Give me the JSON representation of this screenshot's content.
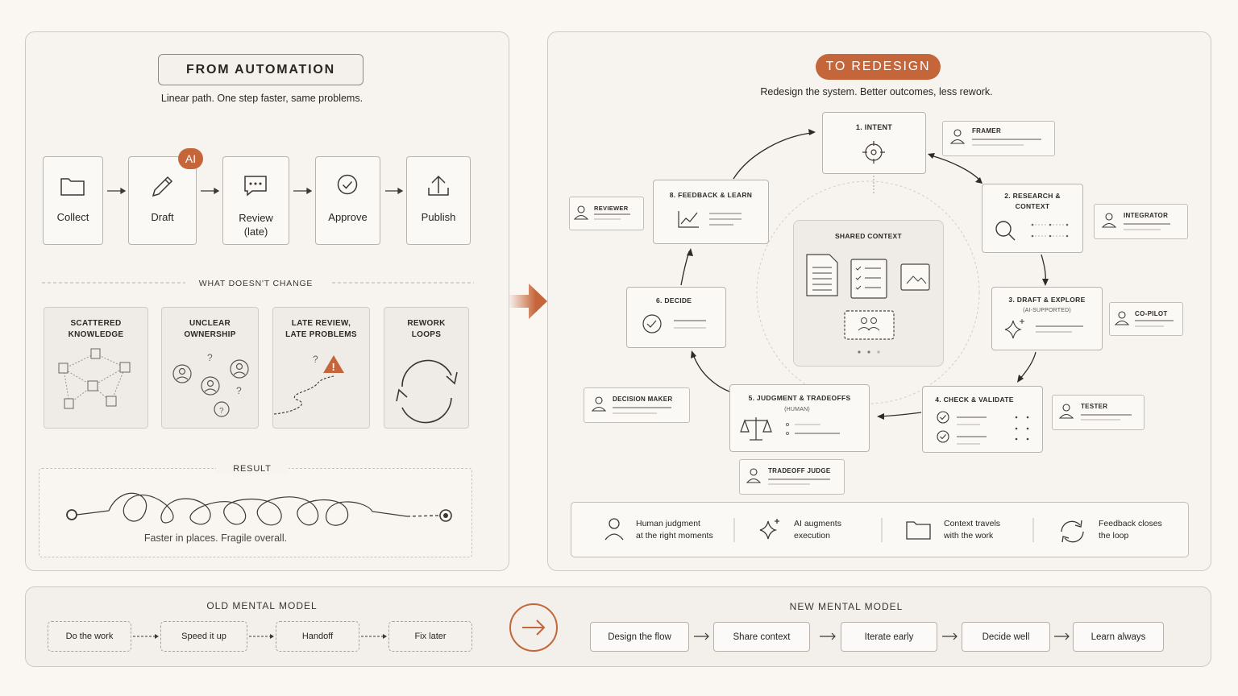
{
  "left": {
    "title": "FROM AUTOMATION",
    "subtitle": "Linear path. One step faster, same problems.",
    "steps": [
      "Collect",
      "Draft",
      "Review\n(late)",
      "Approve",
      "Publish"
    ],
    "ai_badge": "AI",
    "unchanged_label": "WHAT DOESN'T CHANGE",
    "problems": [
      "SCATTERED\nKNOWLEDGE",
      "UNCLEAR\nOWNERSHIP",
      "LATE REVIEW,\nLATE PROBLEMS",
      "REWORK\nLOOPS"
    ],
    "result_label": "RESULT",
    "result_caption": "Faster in places. Fragile overall."
  },
  "right": {
    "title": "TO REDESIGN",
    "subtitle": "Redesign the system. Better outcomes, less rework.",
    "steps": {
      "intent": "1.  INTENT",
      "research": "2.  RESEARCH &\nCONTEXT",
      "draft": "3.  DRAFT & EXPLORE",
      "draft_sub": "(AI-SUPPORTED)",
      "check": "4.  CHECK & VALIDATE",
      "judgment": "5.  JUDGMENT & TRADEOFFS",
      "judgment_sub": "(HUMAN)",
      "decide": "6.  DECIDE",
      "feedback": "8.  FEEDBACK & LEARN"
    },
    "shared_context": "SHARED CONTEXT",
    "roles": {
      "framer": "FRAMER",
      "integrator": "INTEGRATOR",
      "copilot": "CO-PILOT",
      "tester": "TESTER",
      "tradeoff_judge": "TRADEOFF JUDGE",
      "decision_maker": "DECISION MAKER",
      "reviewer": "REVIEWER"
    },
    "principles": [
      {
        "icon": "person-icon",
        "text": "Human judgment\nat the right moments"
      },
      {
        "icon": "sparkle-icon",
        "text": "AI augments\nexecution"
      },
      {
        "icon": "folder-icon",
        "text": "Context travels\nwith the work"
      },
      {
        "icon": "loop-icon",
        "text": "Feedback closes\nthe loop"
      }
    ]
  },
  "bottom": {
    "old_title": "OLD MENTAL MODEL",
    "old_steps": [
      "Do the work",
      "Speed it up",
      "Handoff",
      "Fix later"
    ],
    "new_title": "NEW MENTAL MODEL",
    "new_steps": [
      "Design the flow",
      "Share context",
      "Iterate early",
      "Decide well",
      "Learn always"
    ]
  },
  "colors": {
    "accent": "#c4653a",
    "ink": "#2a2522",
    "border": "#b9b3ad",
    "background": "#faf7f3"
  }
}
